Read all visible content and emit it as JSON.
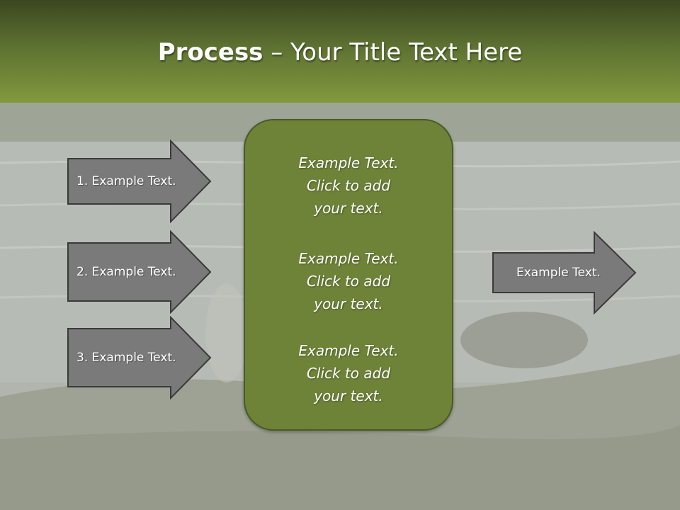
{
  "slide": {
    "title_bold": "Process",
    "title_rest": " – Your Title Text Here"
  },
  "left_arrows": [
    {
      "label": "1. Example Text."
    },
    {
      "label": "2. Example Text."
    },
    {
      "label": "3. Example Text."
    }
  ],
  "center_box": {
    "paragraphs": [
      {
        "line1": "Example Text.",
        "line2": "Click  to add",
        "line3": "your text."
      },
      {
        "line1": "Example Text.",
        "line2": "Click  to add",
        "line3": "your text."
      },
      {
        "line1": "Example Text.",
        "line2": "Click  to add",
        "line3": "your text."
      }
    ]
  },
  "right_arrow": {
    "label": "Example Text."
  },
  "colors": {
    "header_dark": "#3b4720",
    "header_light": "#82993f",
    "center_fill": "#6e8338",
    "arrow_fill": "#7a7a7a",
    "arrow_stroke": "#3a3a3a",
    "text": "#ffffff"
  }
}
